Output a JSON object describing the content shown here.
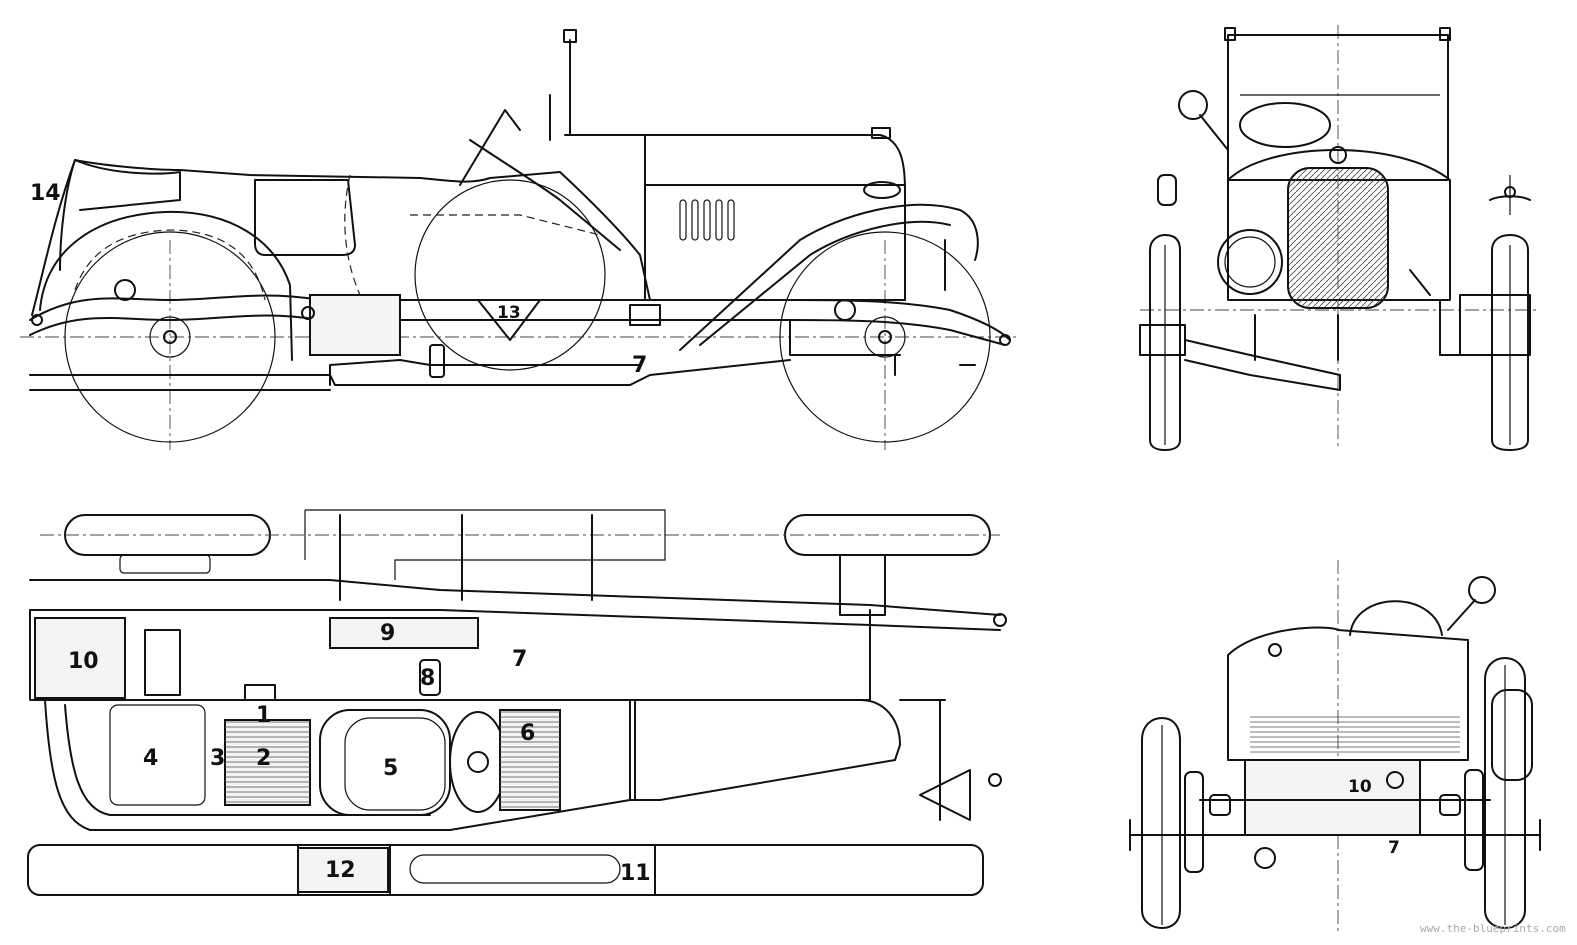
{
  "labels": {
    "side_14": "14",
    "side_13": "13",
    "side_7": "7",
    "plan_9": "9",
    "plan_10": "10",
    "plan_7": "7",
    "plan_8": "8",
    "plan_1": "1",
    "plan_4": "4",
    "plan_3": "3",
    "plan_2": "2",
    "plan_5": "5",
    "plan_6": "6",
    "plan_12": "12",
    "plan_11": "11",
    "rear_10": "10",
    "rear_7": "7"
  },
  "watermark": "www.the-blueprints.com",
  "colors": {
    "ink": "#111111",
    "paper": "#ffffff"
  }
}
